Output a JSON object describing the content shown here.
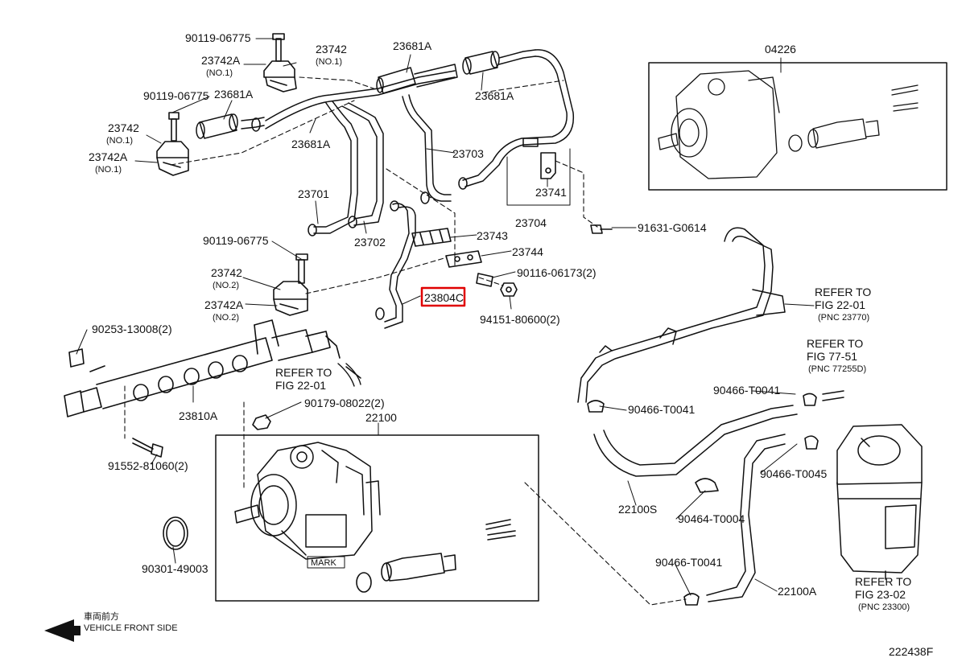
{
  "callouts": {
    "c90119a": "90119-06775",
    "c23742a": "23742",
    "c23742a_no": "(NO.1)",
    "c23742Aa": "23742A",
    "c23742Aa_no": "(NO.1)",
    "c23681A_top": "23681A",
    "c90119b": "90119-06775",
    "c23681A_left": "23681A",
    "c23742b": "23742",
    "c23742b_no": "(NO.1)",
    "c23742Ab": "23742A",
    "c23742Ab_no": "(NO.1)",
    "c23681A_mid": "23681A",
    "c23681A_right": "23681A",
    "c23703": "23703",
    "c23701": "23701",
    "c23741": "23741",
    "c23704": "23704",
    "c23702": "23702",
    "c23743": "23743",
    "c23744": "23744",
    "c90119c": "90119-06775",
    "c23742c": "23742",
    "c23742c_no": "(NO.2)",
    "c23742Ac": "23742A",
    "c23742Ac_no": "(NO.2)",
    "c90116": "90116-06173(2)",
    "c23804": "23804C",
    "c94151": "94151-80600(2)",
    "c91631": "91631-G0614",
    "c04226": "04226",
    "c90253": "90253-13008(2)",
    "c23810A": "23810A",
    "c90179": "90179-08022(2)",
    "c22100": "22100",
    "c91552": "91552-81060(2)",
    "c90301": "90301-49003",
    "mark": "MARK",
    "c90466a": "90466-T0041",
    "c90466b": "90466-T0041",
    "c90466c": "90466-T0045",
    "c90464": "90464-T0004",
    "c90466d": "90466-T0041",
    "c22100S": "22100S",
    "c22100A": "22100A",
    "catalog_code": "222438F"
  },
  "refers": {
    "r1_a": "REFER TO",
    "r1_b": "FIG 22-01",
    "r1_c": "(PNC 23770)",
    "r2_a": "REFER TO",
    "r2_b": "FIG 77-51",
    "r2_c": "(PNC 77255D)",
    "r3_a": "REFER TO",
    "r3_b": "FIG 22-01",
    "r4_a": "REFER TO",
    "r4_b": "FIG 23-02",
    "r4_c": "(PNC 23300)"
  },
  "direction": {
    "jp": "車両前方",
    "en": "VEHICLE FRONT SIDE"
  },
  "highlight_color": "#e00000"
}
